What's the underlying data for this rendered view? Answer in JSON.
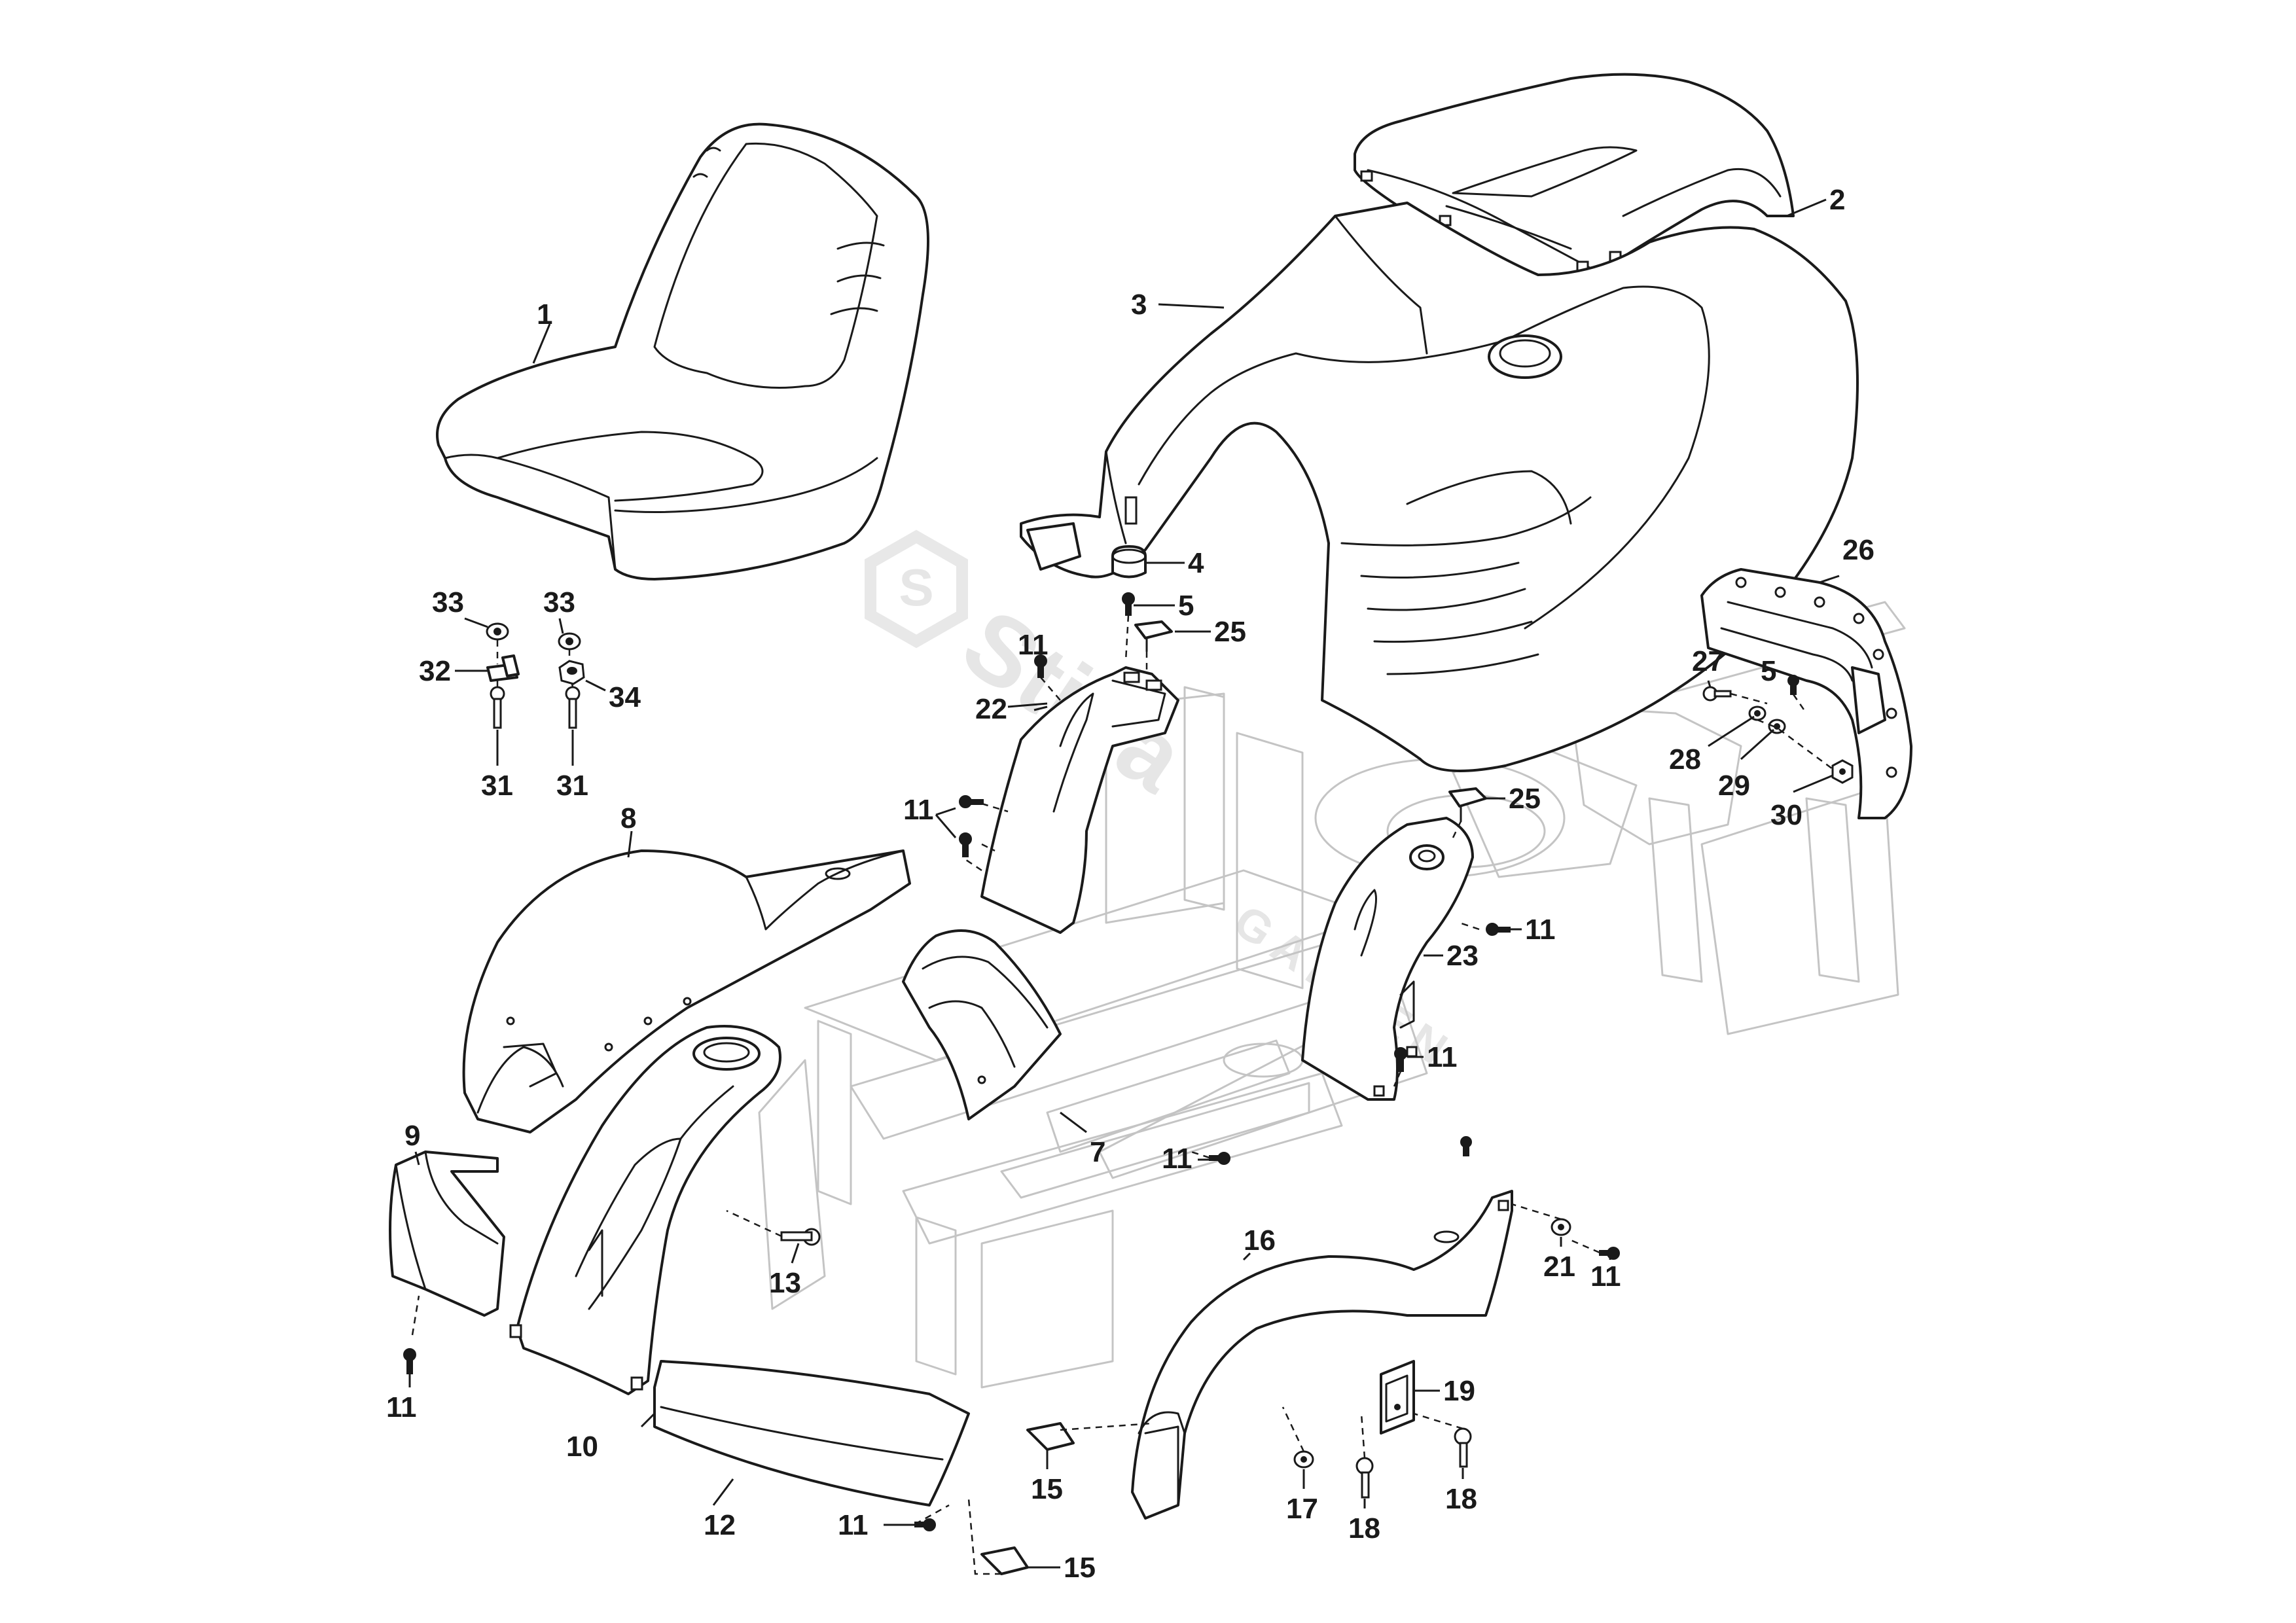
{
  "watermark": {
    "brand": "Stiga",
    "sub": "GARDEN"
  },
  "callouts": [
    {
      "id": "c1",
      "text": "1"
    },
    {
      "id": "c2",
      "text": "2"
    },
    {
      "id": "c3",
      "text": "3"
    },
    {
      "id": "c4",
      "text": "4"
    },
    {
      "id": "c5a",
      "text": "5"
    },
    {
      "id": "c5b",
      "text": "5"
    },
    {
      "id": "c7",
      "text": "7"
    },
    {
      "id": "c8",
      "text": "8"
    },
    {
      "id": "c9",
      "text": "9"
    },
    {
      "id": "c10",
      "text": "10"
    },
    {
      "id": "c11a",
      "text": "11"
    },
    {
      "id": "c11b",
      "text": "11"
    },
    {
      "id": "c11c",
      "text": "11"
    },
    {
      "id": "c11d",
      "text": "11"
    },
    {
      "id": "c11e",
      "text": "11"
    },
    {
      "id": "c11f",
      "text": "11"
    },
    {
      "id": "c11g",
      "text": "11"
    },
    {
      "id": "c11h",
      "text": "11"
    },
    {
      "id": "c12",
      "text": "12"
    },
    {
      "id": "c13",
      "text": "13"
    },
    {
      "id": "c15a",
      "text": "15"
    },
    {
      "id": "c15b",
      "text": "15"
    },
    {
      "id": "c16",
      "text": "16"
    },
    {
      "id": "c17",
      "text": "17"
    },
    {
      "id": "c18a",
      "text": "18"
    },
    {
      "id": "c18b",
      "text": "18"
    },
    {
      "id": "c19",
      "text": "19"
    },
    {
      "id": "c21",
      "text": "21"
    },
    {
      "id": "c22",
      "text": "22"
    },
    {
      "id": "c23",
      "text": "23"
    },
    {
      "id": "c25a",
      "text": "25"
    },
    {
      "id": "c25b",
      "text": "25"
    },
    {
      "id": "c26",
      "text": "26"
    },
    {
      "id": "c27",
      "text": "27"
    },
    {
      "id": "c28",
      "text": "28"
    },
    {
      "id": "c29",
      "text": "29"
    },
    {
      "id": "c30",
      "text": "30"
    },
    {
      "id": "c31a",
      "text": "31"
    },
    {
      "id": "c31b",
      "text": "31"
    },
    {
      "id": "c32",
      "text": "32"
    },
    {
      "id": "c33a",
      "text": "33"
    },
    {
      "id": "c33b",
      "text": "33"
    },
    {
      "id": "c34",
      "text": "34"
    }
  ]
}
